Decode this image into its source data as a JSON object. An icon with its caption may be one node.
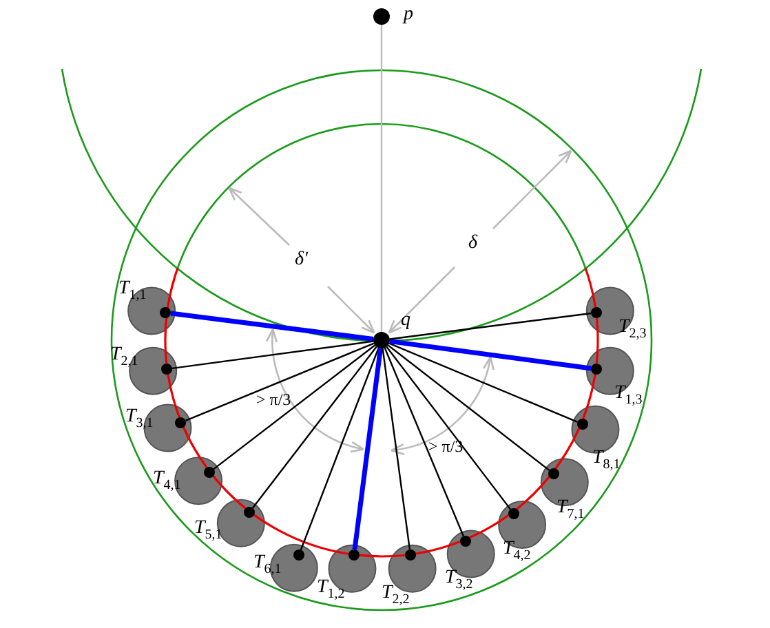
{
  "diagram": {
    "nodes": [
      {
        "text": [],
        "shape": "circle",
        "beside": [
          "p"
        ]
      },
      {
        "text": [],
        "shape": "circle",
        "beside": [
          "q"
        ]
      },
      {
        "text": [],
        "shape": "circle",
        "beside": [
          "T$_{1,1}$"
        ]
      },
      {
        "text": [],
        "shape": "circle",
        "beside": [
          "T$_{2,1}$"
        ]
      },
      {
        "text": [],
        "shape": "circle",
        "beside": [
          "T$_{3,1}$"
        ]
      },
      {
        "text": [],
        "shape": "circle",
        "beside": [
          "T$_{4,1}$"
        ]
      },
      {
        "text": [],
        "shape": "circle",
        "beside": [
          "T$_{5,1}$"
        ]
      },
      {
        "text": [],
        "shape": "circle",
        "beside": [
          "T$_{6,1}$"
        ]
      },
      {
        "text": [],
        "shape": "circle",
        "beside": [
          "T$_{1,2}$"
        ]
      },
      {
        "text": [],
        "shape": "circle",
        "beside": [
          "T$_{2,2}$"
        ]
      },
      {
        "text": [],
        "shape": "circle",
        "beside": [
          "T$_{3,2}$"
        ]
      },
      {
        "text": [],
        "shape": "circle",
        "beside": [
          "T$_{4,2}$"
        ]
      },
      {
        "text": [],
        "shape": "circle",
        "beside": [
          "T$_{7,1}$"
        ]
      },
      {
        "text": [],
        "shape": "circle",
        "beside": [
          "T$_{8,1}$"
        ]
      },
      {
        "text": [],
        "shape": "circle",
        "beside": [
          "T$_{1,3}$"
        ]
      },
      {
        "text": [],
        "shape": "circle",
        "beside": [
          "T$_{2,3}$"
        ]
      }
    ],
    "edges": [
      {
        "from": 0,
        "to": 1,
        "arrow": "none",
        "color": "#bbbbbb"
      },
      {
        "from": 1,
        "to": 2,
        "arrow": "none",
        "style": "thick",
        "color": "#0000ff"
      },
      {
        "from": 1,
        "to": 3,
        "arrow": "none"
      },
      {
        "from": 1,
        "to": 4,
        "arrow": "none"
      },
      {
        "from": 1,
        "to": 5,
        "arrow": "none"
      },
      {
        "from": 1,
        "to": 6,
        "arrow": "none"
      },
      {
        "from": 1,
        "to": 7,
        "arrow": "none"
      },
      {
        "from": 1,
        "to": 8,
        "arrow": "none",
        "style": "thick",
        "color": "#0000ff"
      },
      {
        "from": 1,
        "to": 9,
        "arrow": "none"
      },
      {
        "from": 1,
        "to": 10,
        "arrow": "none"
      },
      {
        "from": 1,
        "to": 11,
        "arrow": "none"
      },
      {
        "from": 1,
        "to": 12,
        "arrow": "none"
      },
      {
        "from": 1,
        "to": 13,
        "arrow": "none"
      },
      {
        "from": 1,
        "to": 14,
        "arrow": "none",
        "style": "thick",
        "color": "#0000ff"
      },
      {
        "from": 1,
        "to": 15,
        "arrow": "none"
      }
    ],
    "labels": [
      "δ′",
      "δ",
      "> π/3",
      "> π/3"
    ]
  }
}
